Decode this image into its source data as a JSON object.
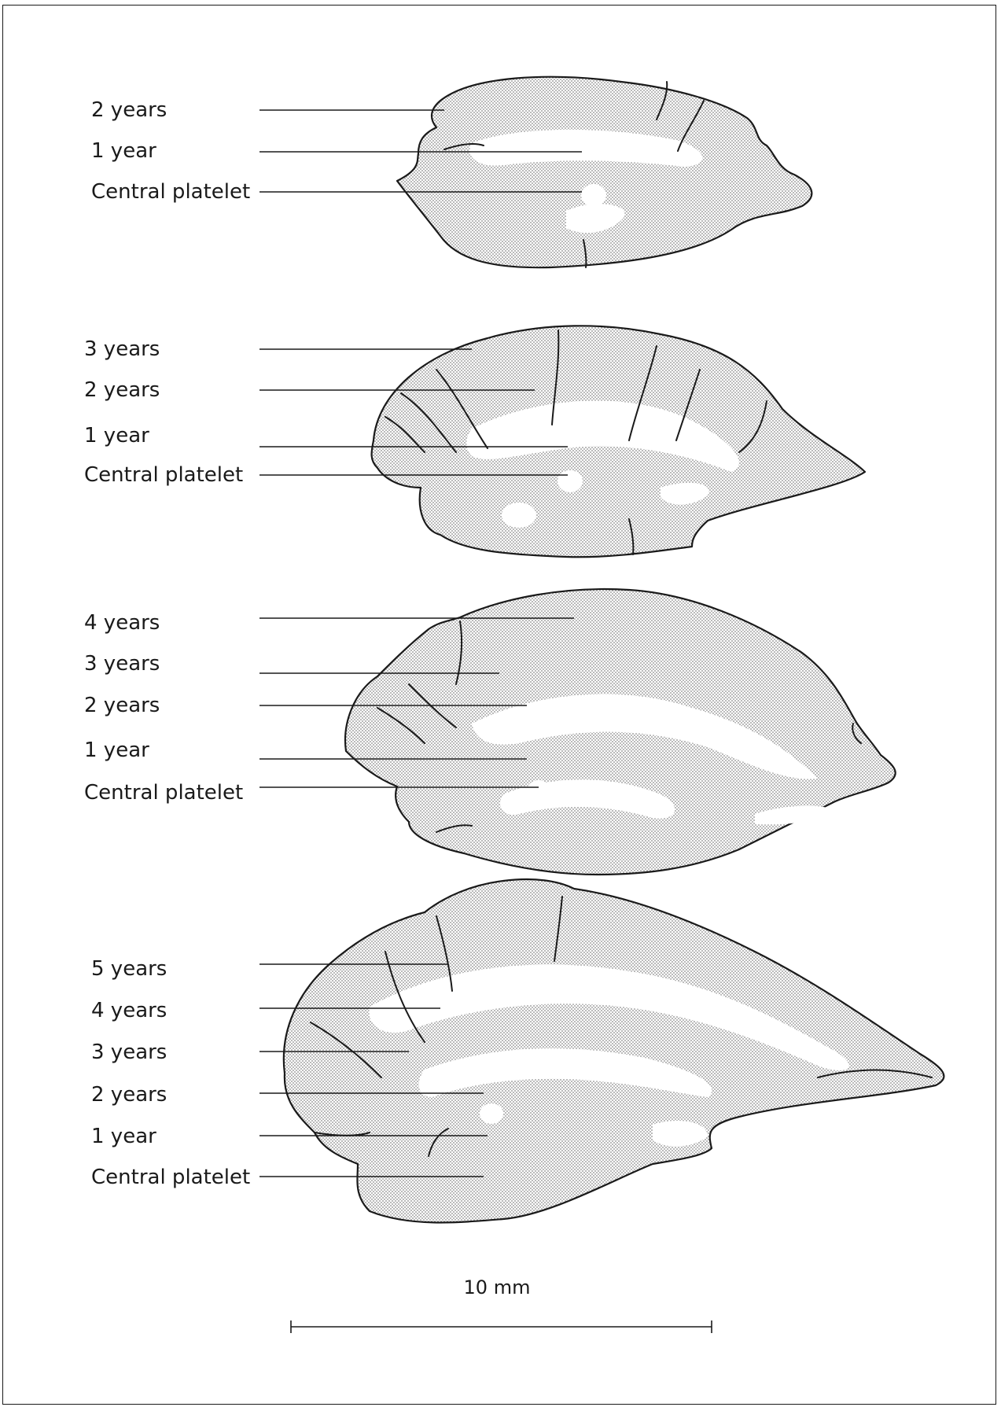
{
  "figure": {
    "scales": [
      {
        "id": "scale-1",
        "labels": [
          "2 years",
          "1 year",
          "Central platelet"
        ]
      },
      {
        "id": "scale-2",
        "labels": [
          "3 years",
          "2 years",
          "1 year",
          "Central platelet"
        ]
      },
      {
        "id": "scale-3",
        "labels": [
          "4 years",
          "3 years",
          "2 years",
          "1 year",
          "Central platelet"
        ]
      },
      {
        "id": "scale-4",
        "labels": [
          "5 years",
          "4 years",
          "3 years",
          "2 years",
          "1 year",
          "Central platelet"
        ]
      }
    ],
    "scale_bar": {
      "label": "10 mm"
    }
  },
  "colors": {
    "ink": "#1a1a1a",
    "stipple": "#8a8a8a",
    "background": "#ffffff"
  }
}
